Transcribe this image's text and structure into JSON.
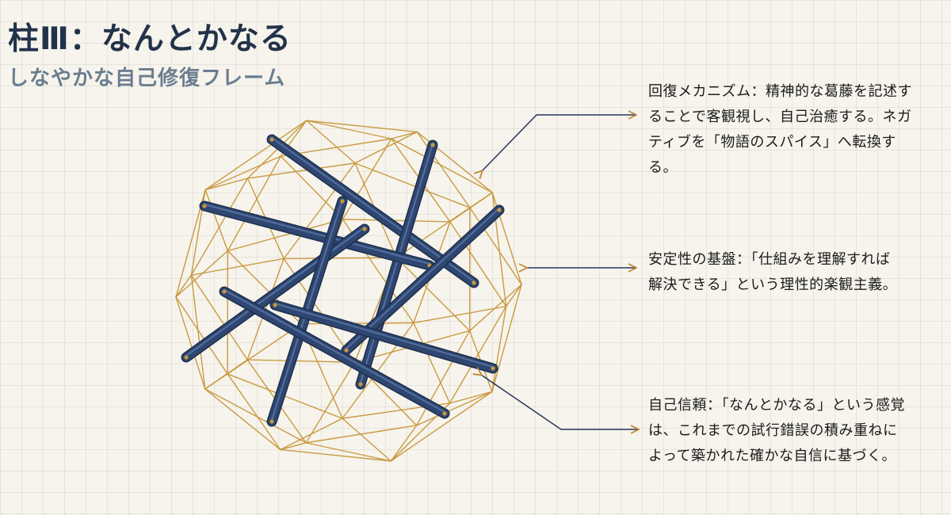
{
  "title": "柱Ⅲ：なんとかなる",
  "subtitle": "しなやかな自己修復フレーム",
  "colors": {
    "frame": "#c8963a",
    "strut": "#2e4670",
    "strut_highlight": "#5d7bab",
    "arrow": "#27365a",
    "arrowhead": "#c0883a"
  },
  "annotations": [
    {
      "id": "recovery",
      "lines": [
        "回復メカニズム：精神的な葛藤を記述す",
        "ることで客観視し、自己治癒する。ネガ",
        "ティブを「物語のスパイス」へ転換す",
        "る。"
      ]
    },
    {
      "id": "stability",
      "lines": [
        "安定性の基盤：「仕組みを理解すれば",
        "解決できる」という理性的楽観主義。"
      ]
    },
    {
      "id": "trust",
      "lines": [
        "自己信頼：「なんとかなる」という感覚",
        "は、これまでの試行錯誤の積み重ねに",
        "よって築かれた確かな自信に基づく。"
      ]
    }
  ]
}
